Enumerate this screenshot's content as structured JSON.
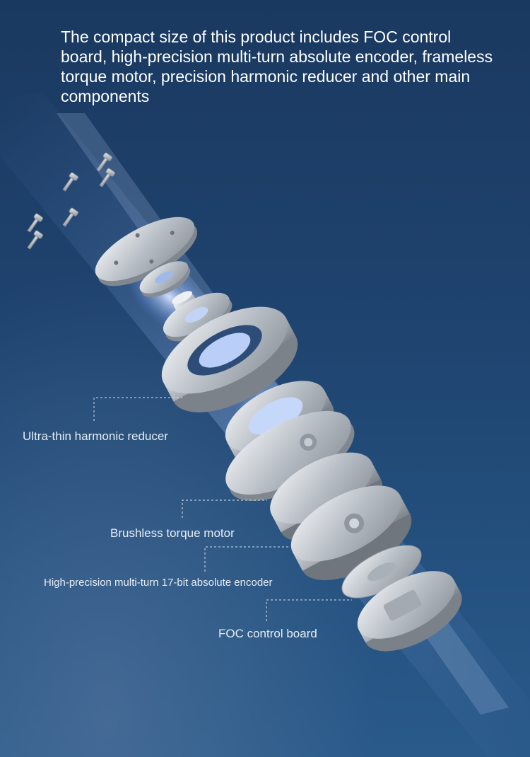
{
  "headline": "The compact size of this product includes FOC control board, high-precision multi-turn absolute encoder, frameless torque motor, precision harmonic reducer and other main components",
  "labels": {
    "reducer": "Ultra-thin harmonic reducer",
    "motor": "Brushless torque motor",
    "encoder": "High-precision multi-turn 17-bit absolute encoder",
    "board": "FOC control board"
  },
  "colors": {
    "background_top": "#1a3960",
    "background_bottom": "#2a5a8a",
    "beam": "#8fb4ff",
    "metal": "#c9ced4"
  }
}
